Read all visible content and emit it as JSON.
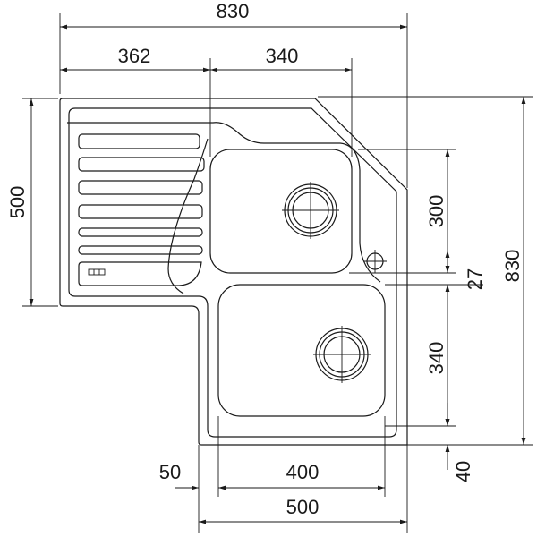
{
  "dimensions": {
    "overall_width": "830",
    "drainer_width": "362",
    "upper_bowl_width": "340",
    "left_depth": "500",
    "upper_bowl_depth": "300",
    "bowl_gap": "27",
    "lower_bowl_depth": "340",
    "overall_depth": "830",
    "bottom_rim": "40",
    "left_offset": "50",
    "lower_bowl_width": "400",
    "lower_section_width": "500"
  }
}
